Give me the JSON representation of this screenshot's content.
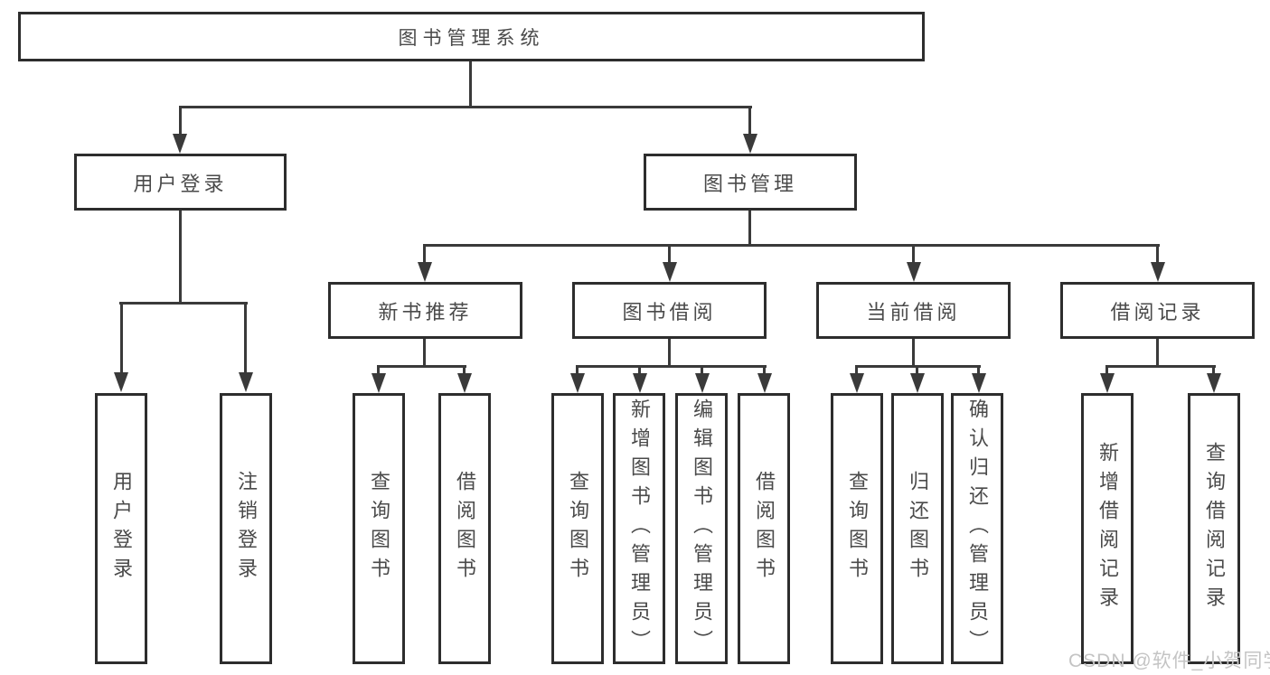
{
  "nodes": {
    "root": "图书管理系统",
    "user_login": "用户登录",
    "book_management": "图书管理",
    "new_book_recommend": "新书推荐",
    "book_borrow": "图书借阅",
    "current_borrow": "当前借阅",
    "borrow_record": "借阅记录",
    "leaf_user_login": "用户登录",
    "leaf_logout": "注销登录",
    "leaf_query_book_a": "查询图书",
    "leaf_borrow_book_a": "借阅图书",
    "leaf_query_book_b": "查询图书",
    "leaf_add_book": "新增图书（管理员）",
    "leaf_edit_book": "编辑图书（管理员）",
    "leaf_borrow_book_b": "借阅图书",
    "leaf_query_book_c": "查询图书",
    "leaf_return_book": "归还图书",
    "leaf_confirm_return": "确认归还（管理员）",
    "leaf_add_borrow_record": "新增借阅记录",
    "leaf_query_borrow_record": "查询借阅记录"
  },
  "watermark": "CSDN @软件_小贺同学",
  "colors": {
    "background": "#ffffff",
    "box_border": "#2d2d2d",
    "connector_line": "#3a3a3a",
    "text": "#4a4a4a",
    "watermark_text": "#c4c4c4"
  }
}
